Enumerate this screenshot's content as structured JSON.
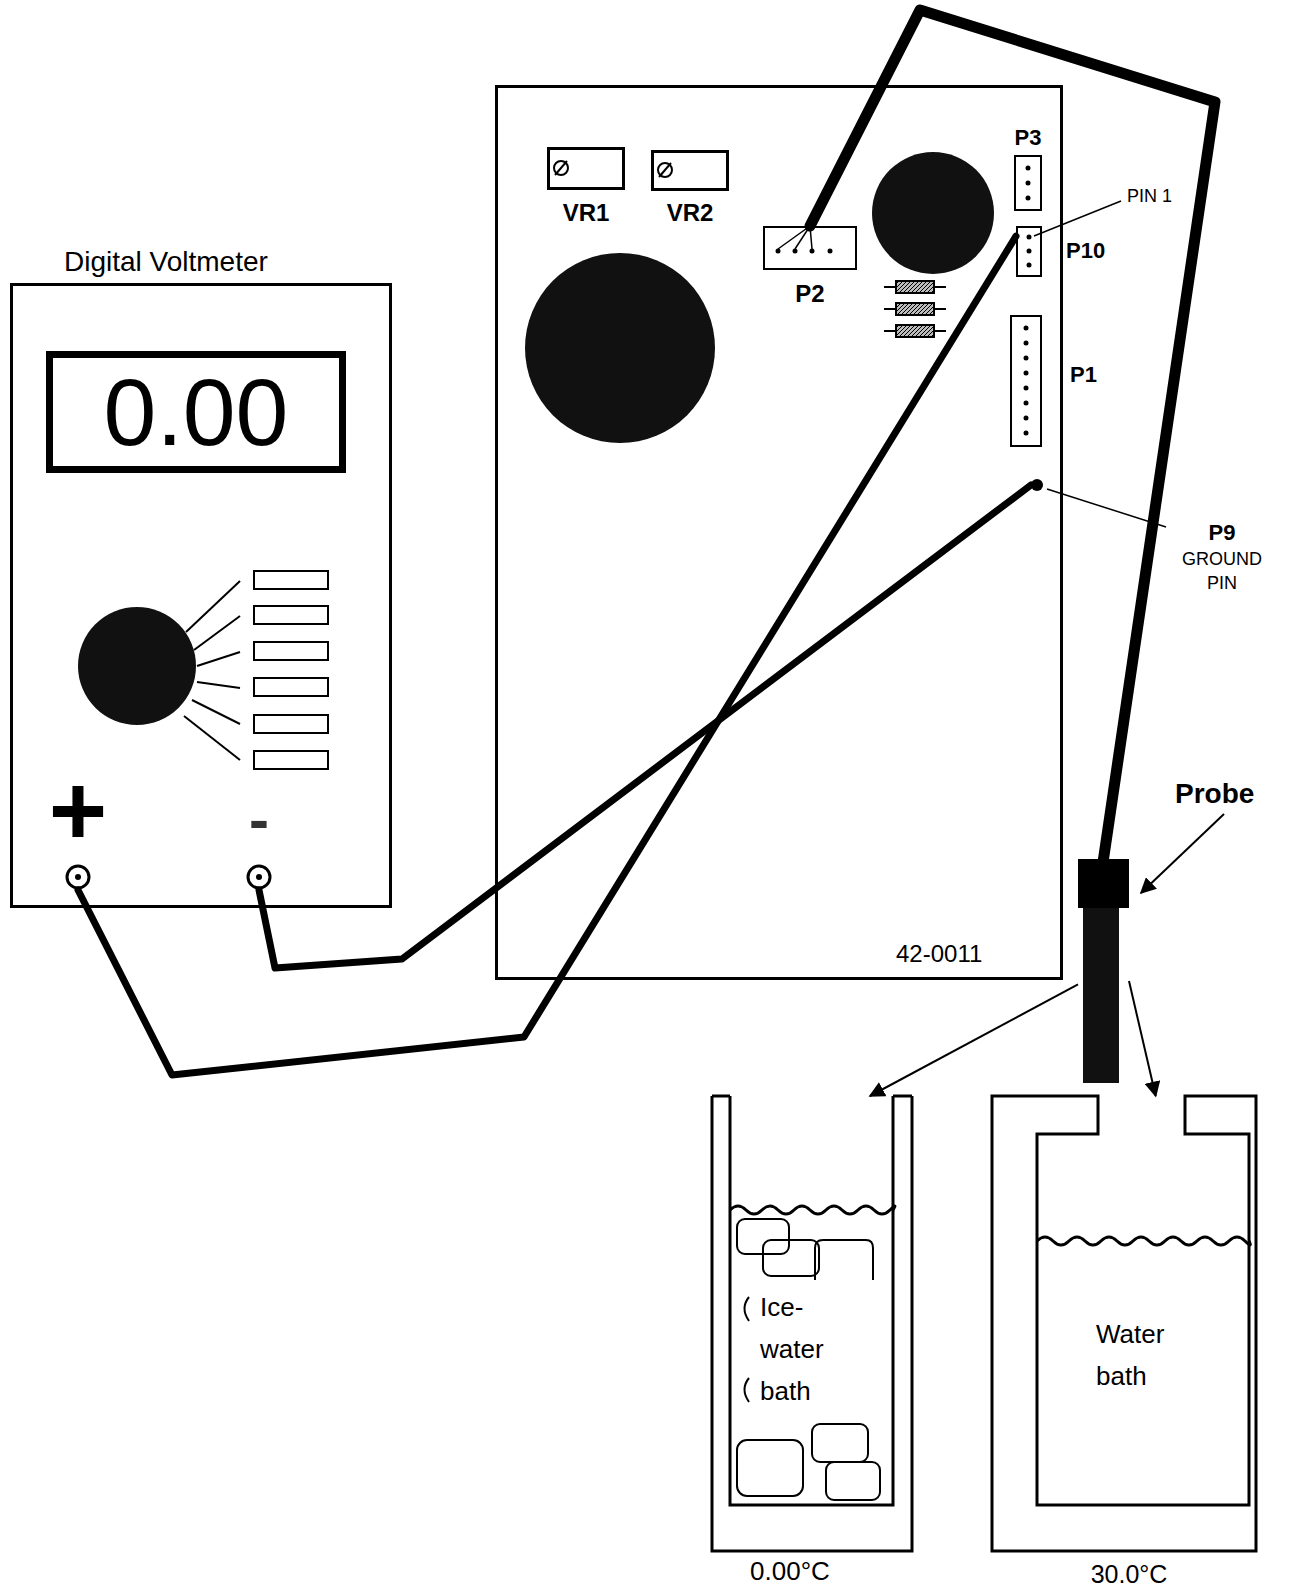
{
  "diagram": {
    "nodes": [
      {
        "text": [
          "Digital Voltmeter"
        ]
      },
      {
        "text": [
          "0.00"
        ],
        "in": 0
      },
      {
        "text": [
          "+"
        ],
        "in": 0
      },
      {
        "text": [
          "-"
        ],
        "in": 0
      },
      {
        "text": [
          "42-0011"
        ]
      },
      {
        "text": [
          "VR1"
        ],
        "in": 4
      },
      {
        "text": [
          "VR2"
        ],
        "in": 4
      },
      {
        "text": [
          "P2"
        ],
        "in": 4
      },
      {
        "text": [
          "P3"
        ],
        "in": 4
      },
      {
        "text": [
          "P10"
        ],
        "in": 4
      },
      {
        "text": [
          "P1"
        ],
        "in": 4
      },
      {
        "text": [
          "P9",
          "GROUND PIN"
        ],
        "in": 4
      },
      {
        "text": [
          "Probe"
        ]
      },
      {
        "text": [
          "Ice- water bath",
          "0.00°C"
        ]
      },
      {
        "text": [
          "Water bath",
          "30.0°C"
        ]
      }
    ],
    "edges": [
      {
        "from": 2,
        "to": 9,
        "arrow": "none"
      },
      {
        "from": 3,
        "to": 11,
        "arrow": "none"
      },
      {
        "from": 12,
        "to": 7,
        "arrow": "none"
      },
      {
        "from": 12,
        "to": 13,
        "arrow": "to"
      },
      {
        "from": 12,
        "to": 14,
        "arrow": "to"
      }
    ],
    "labels": [
      "PIN 1"
    ]
  }
}
